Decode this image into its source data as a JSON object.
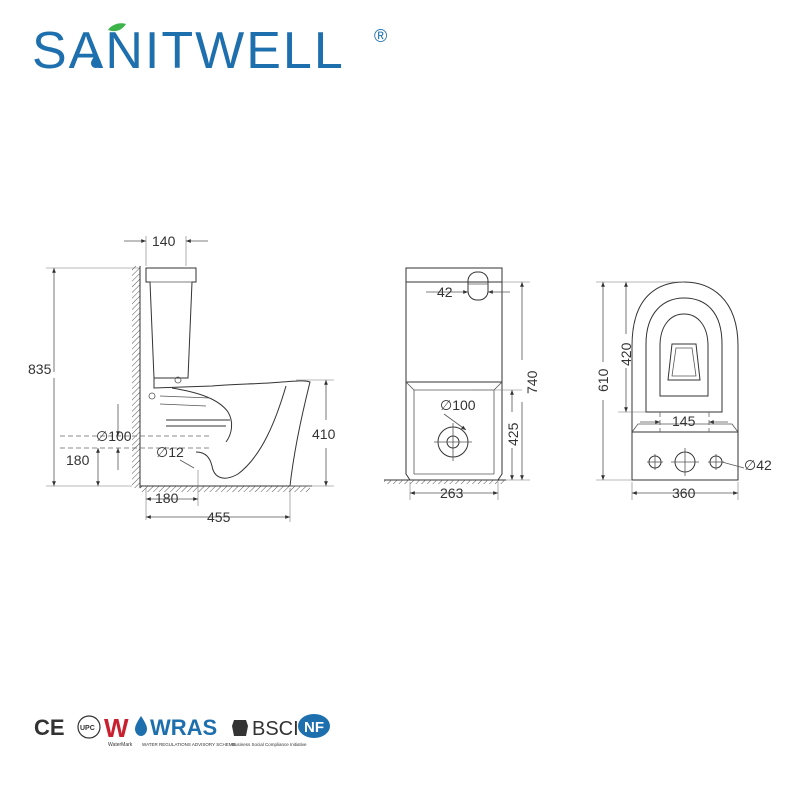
{
  "brand": {
    "name": "SANITWELL",
    "registered_mark": "®",
    "color": "#1E6FAE",
    "leaf_color": "#3CB44A"
  },
  "side_view": {
    "depth_label": "140",
    "total_height_label": "835",
    "bowl_height_label": "410",
    "outlet_diameter_label": "∅100",
    "outlet_height_label": "180",
    "inlet_diameter_label": "∅12",
    "wall_distance_label": "180",
    "length_label": "455"
  },
  "front_view": {
    "button_label": "42",
    "height_label": "740",
    "outlet_height_label": "425",
    "outlet_diameter_label": "∅100",
    "width_label": "263"
  },
  "top_view": {
    "length_label": "610",
    "seat_length_label": "420",
    "hole_spacing_label": "145",
    "hole_diameter_label": "∅42",
    "width_label": "360"
  },
  "certifications": {
    "ce": "CE",
    "upc": "UPC",
    "watermark": "W",
    "watermark_caption": "WaterMark",
    "wras": "WRAS",
    "wras_caption": "WATER REGULATIONS ADVISORY SCHEME",
    "bsci": "BSCI",
    "bsci_caption": "Business Social Compliance Initiative",
    "nf": "NF"
  }
}
